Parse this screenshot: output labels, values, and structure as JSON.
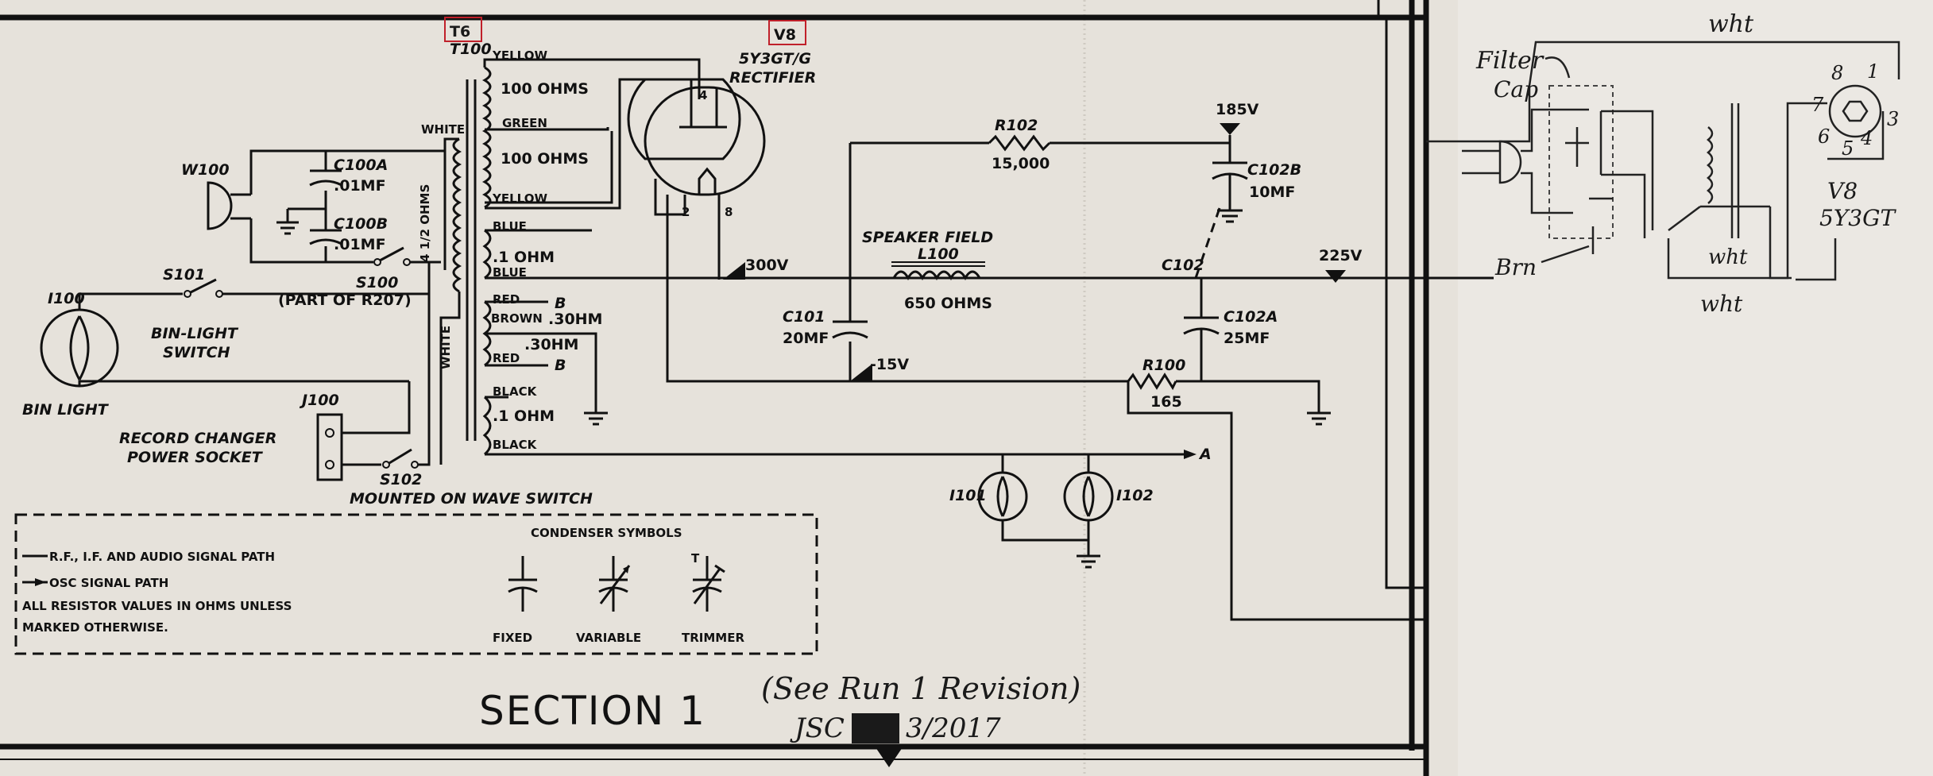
{
  "schematic": {
    "section_title": "SECTION 1",
    "components": {
      "t6": "T6",
      "t100": "T100",
      "v8": "V8",
      "tube_type": "5Y3GT/G",
      "tube_role": "RECTIFIER",
      "w100": "W100",
      "c100a": "C100A",
      "c100a_val": ".01MF",
      "c100b": "C100B",
      "c100b_val": ".01MF",
      "i100": "I100",
      "s101": "S101",
      "s100": "S100",
      "s100_part": "(PART OF R207)",
      "bin_light_switch_1": "BIN-LIGHT",
      "bin_light_switch_2": "SWITCH",
      "bin_light": "BIN LIGHT",
      "j100": "J100",
      "record_changer_1": "RECORD CHANGER",
      "record_changer_2": "POWER SOCKET",
      "s102": "S102",
      "mounted_on": "MOUNTED ON WAVE SWITCH",
      "r102": "R102",
      "r102_val": "15,000",
      "speaker_field": "SPEAKER FIELD",
      "l100": "L100",
      "l100_val": "650 OHMS",
      "c101": "C101",
      "c101_val": "20MF",
      "c102": "C102",
      "c102a": "C102A",
      "c102a_val": "25MF",
      "c102b": "C102B",
      "c102b_val": "10MF",
      "r100": "R100",
      "r100_val": "165",
      "i101": "I101",
      "i102": "I102"
    },
    "transformer_labels": {
      "yellow_top": "YELLOW",
      "ohms_100_top": "100 OHMS",
      "green": "GREEN",
      "ohms_100_bottom": "100 OHMS",
      "yellow_bottom": "YELLOW",
      "white_top": "WHITE",
      "primary_ohms": "4 1/2 OHMS",
      "white_side": "WHITE",
      "blue_top": "BLUE",
      "blue_ohm": ".1 OHM",
      "blue_bottom": "BLUE",
      "red_top": "RED",
      "brown": "BROWN",
      "red_30": ".30HM",
      "red_30b": ".30HM",
      "red_bottom": "RED",
      "black_top": "BLACK",
      "black_ohm": ".1 OHM",
      "black_bottom": "BLACK"
    },
    "pins": {
      "p2": "2",
      "p4": "4",
      "p8": "8",
      "arrow_b1": "B",
      "arrow_b2": "B",
      "arrow_a": "A"
    },
    "voltages": {
      "v185": "185V",
      "v300": "300V",
      "v225": "225V",
      "vm15": "-15V"
    },
    "legend": {
      "line1": "R.F., I.F. AND AUDIO SIGNAL PATH",
      "line2": "OSC SIGNAL PATH",
      "line3": "ALL RESISTOR VALUES IN OHMS UNLESS",
      "line4": "MARKED OTHERWISE.",
      "condenser_title": "CONDENSER SYMBOLS",
      "fixed": "FIXED",
      "variable": "VARIABLE",
      "trimmer": "TRIMMER",
      "trimmer_t": "T"
    }
  },
  "handwritten": {
    "revision_1": "(See Run 1 Revision)",
    "revision_2": "JSC",
    "revision_3": "3/2017",
    "sketch": {
      "wht_top": "wht",
      "filter_cap_1": "Filter",
      "filter_cap_2": "Cap",
      "brn": "Brn",
      "wht_mid": "wht",
      "wht_bottom": "wht",
      "v8": "V8",
      "tube_type": "5Y3GT",
      "pin_8": "8",
      "pin_1": "1",
      "pin_7": "7",
      "pin_3": "3",
      "pin_6": "6",
      "pin_5": "5",
      "pin_4": "4"
    }
  },
  "colors": {
    "paper": "#e8e5df",
    "ink": "#111111",
    "markup_red": "#c0202a",
    "border": "#0d0d0d"
  }
}
